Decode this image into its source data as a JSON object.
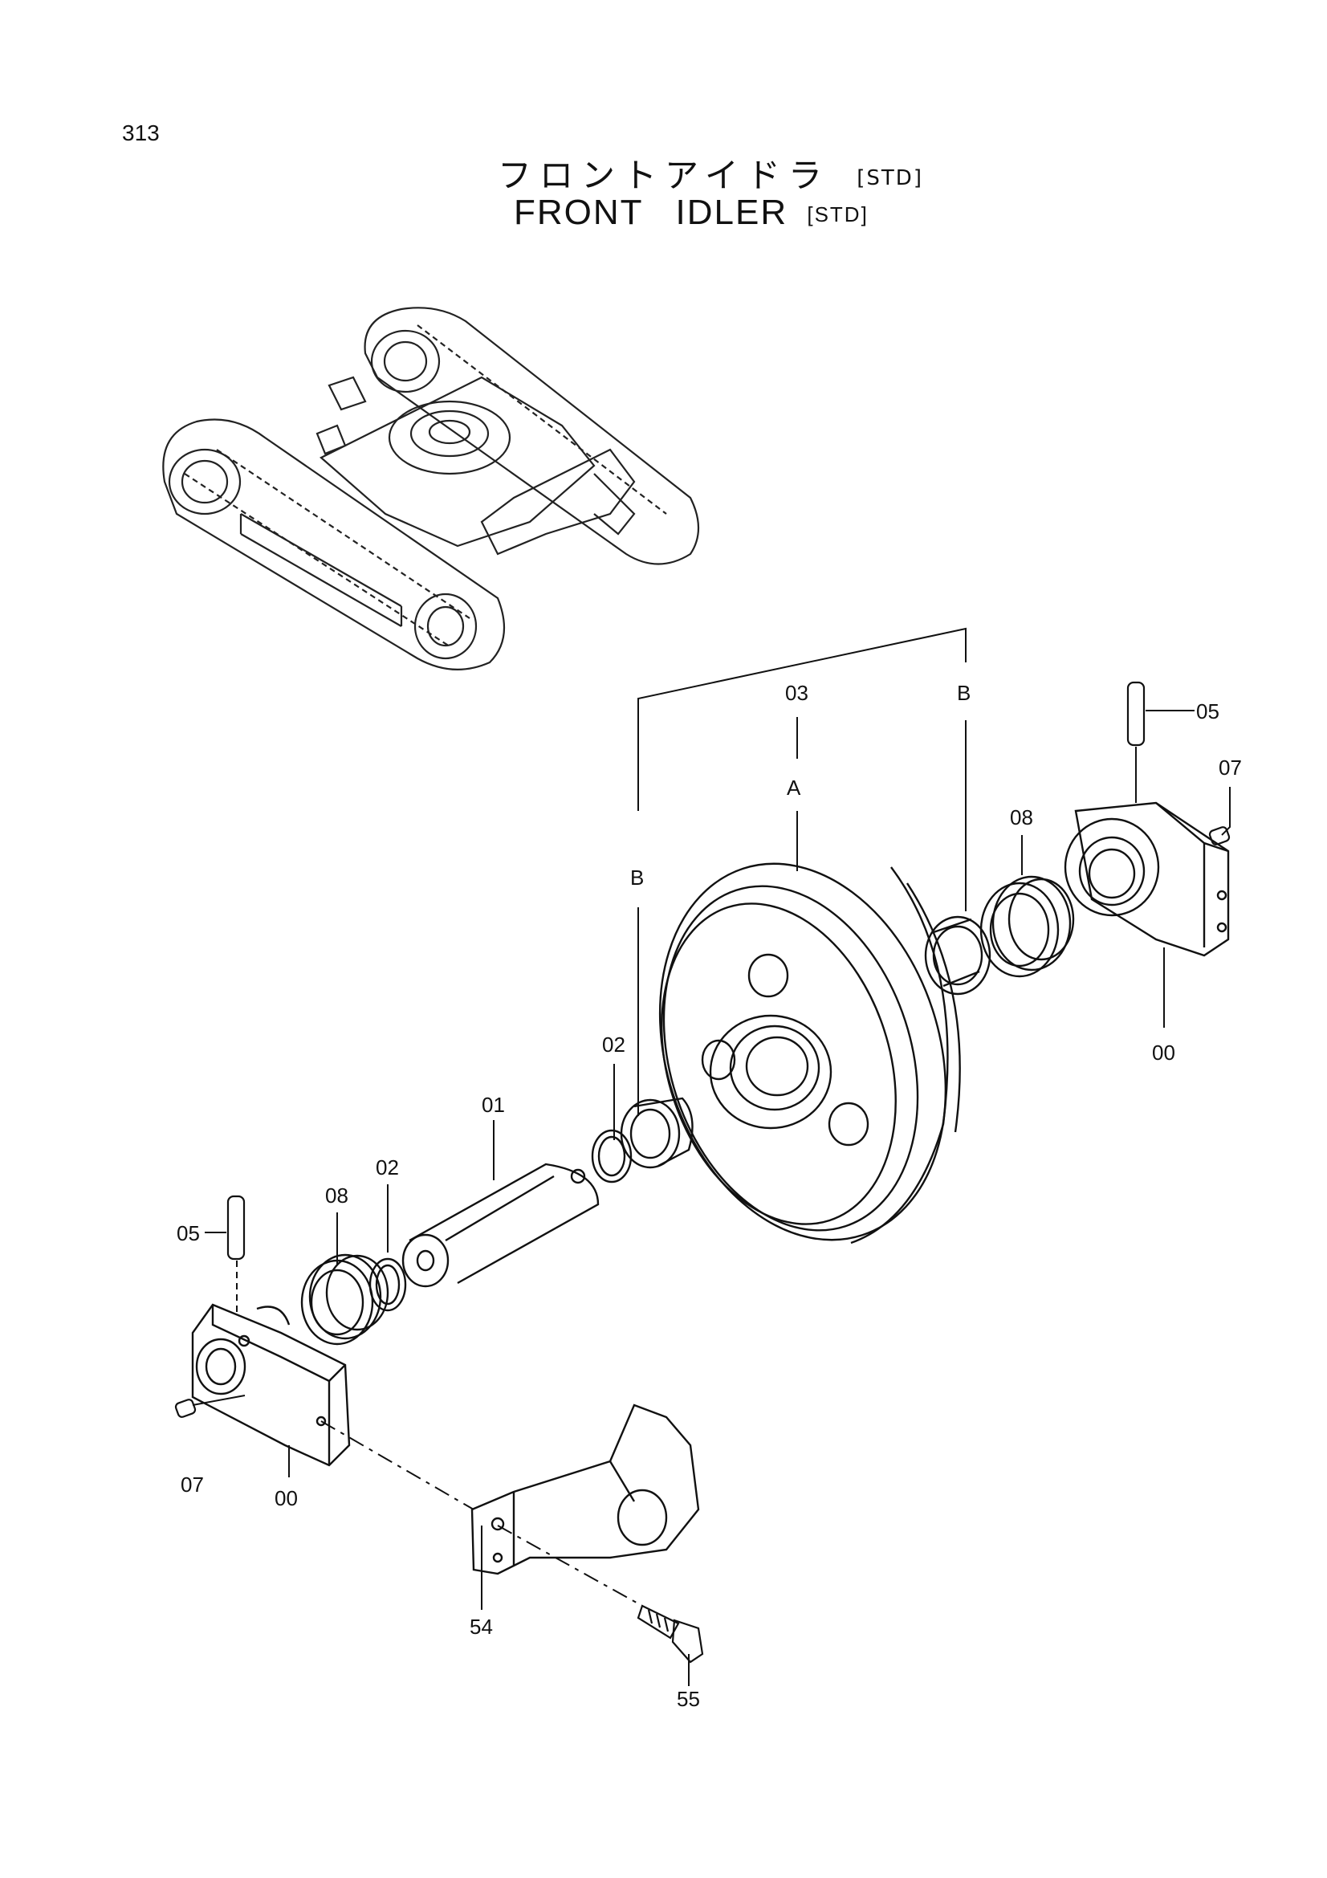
{
  "page": {
    "number": "313",
    "title_ja": "フロントアイドラ",
    "title_ja_tag": "[STD]",
    "title_en_word1": "FRONT",
    "title_en_word2": "IDLER",
    "title_en_tag": "[STD]"
  },
  "labels": {
    "p03": "03",
    "pA": "A",
    "pB_right": "B",
    "pB_left": "B",
    "p05_right": "05",
    "p07_right": "07",
    "p08_right": "08",
    "p00_right": "00",
    "p02_upper": "02",
    "p01": "01",
    "p02_lower": "02",
    "p08_left": "08",
    "p05_left": "05",
    "p07_left": "07",
    "p00_left": "00",
    "p54": "54",
    "p55": "55"
  }
}
